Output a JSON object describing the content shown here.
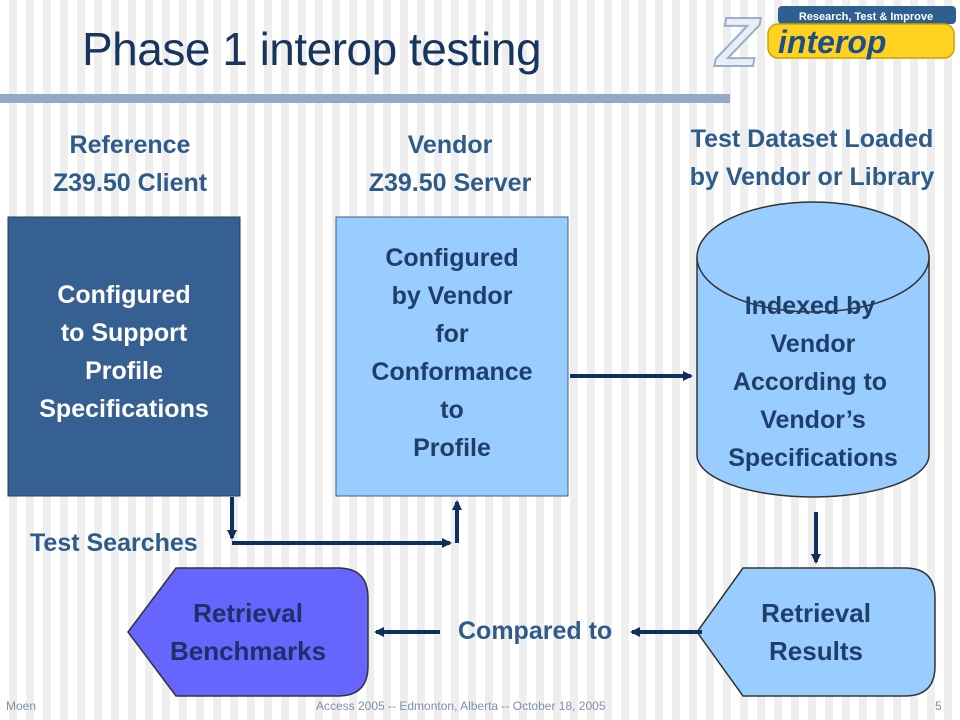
{
  "slide": {
    "title": "Phase 1 interop testing",
    "logo": {
      "tagline": "Research, Test & Improve",
      "wordmark": "interop",
      "letter": "Z"
    }
  },
  "columns": {
    "client_heading": [
      "Reference",
      "Z39.50 Client"
    ],
    "server_heading": [
      "Vendor",
      "Z39.50 Server"
    ],
    "dataset_heading": [
      "Test Dataset Loaded",
      "by Vendor or Library"
    ]
  },
  "boxes": {
    "client": [
      "Configured",
      "to Support",
      "Profile",
      "Specifications"
    ],
    "server": [
      "Configured",
      "by Vendor",
      "for",
      "Conformance",
      "to",
      "Profile"
    ],
    "database": [
      "Indexed by",
      "Vendor",
      "According to",
      "Vendor’s",
      "Specifications"
    ],
    "benchmarks": [
      "Retrieval",
      "Benchmarks"
    ],
    "results": [
      "Retrieval",
      "Results"
    ]
  },
  "labels": {
    "test_searches": "Test Searches",
    "compared_to": "Compared to"
  },
  "footer": {
    "author": "Moen",
    "event": "Access 2005 -- Edmonton, Alberta -- October 18, 2005",
    "page": "5"
  },
  "colors": {
    "title": "#17365d",
    "heading": "#2e5c8a",
    "client_box": "#366092",
    "server_box": "#99ccff",
    "benchmarks": "#6666ff",
    "connector": "#0f2f5e"
  }
}
